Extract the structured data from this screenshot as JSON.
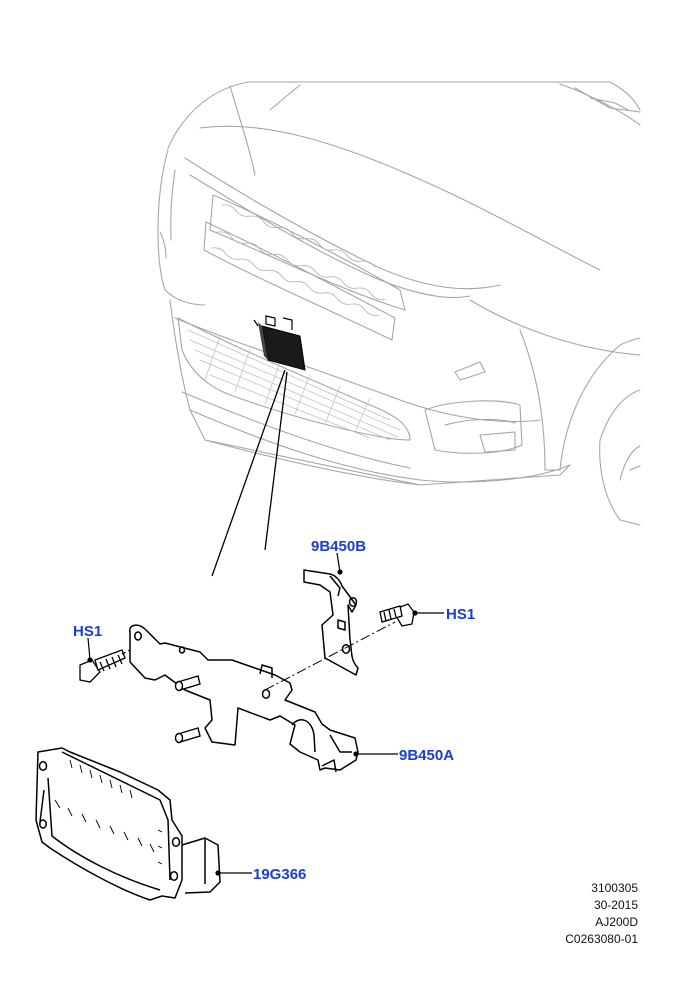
{
  "callouts": {
    "bracket_upper": "9B450B",
    "bracket_lower": "9B450A",
    "screw_right": "HS1",
    "screw_left": "HS1",
    "module": "19G366"
  },
  "reference": {
    "line1": "3100305",
    "line2": "30-2015",
    "line3": "AJ200D",
    "line4": "C0263080-01"
  },
  "colors": {
    "callout_text": "#1a3fd0",
    "line": "#000000",
    "vehicle_line": "#9a9a9a"
  }
}
